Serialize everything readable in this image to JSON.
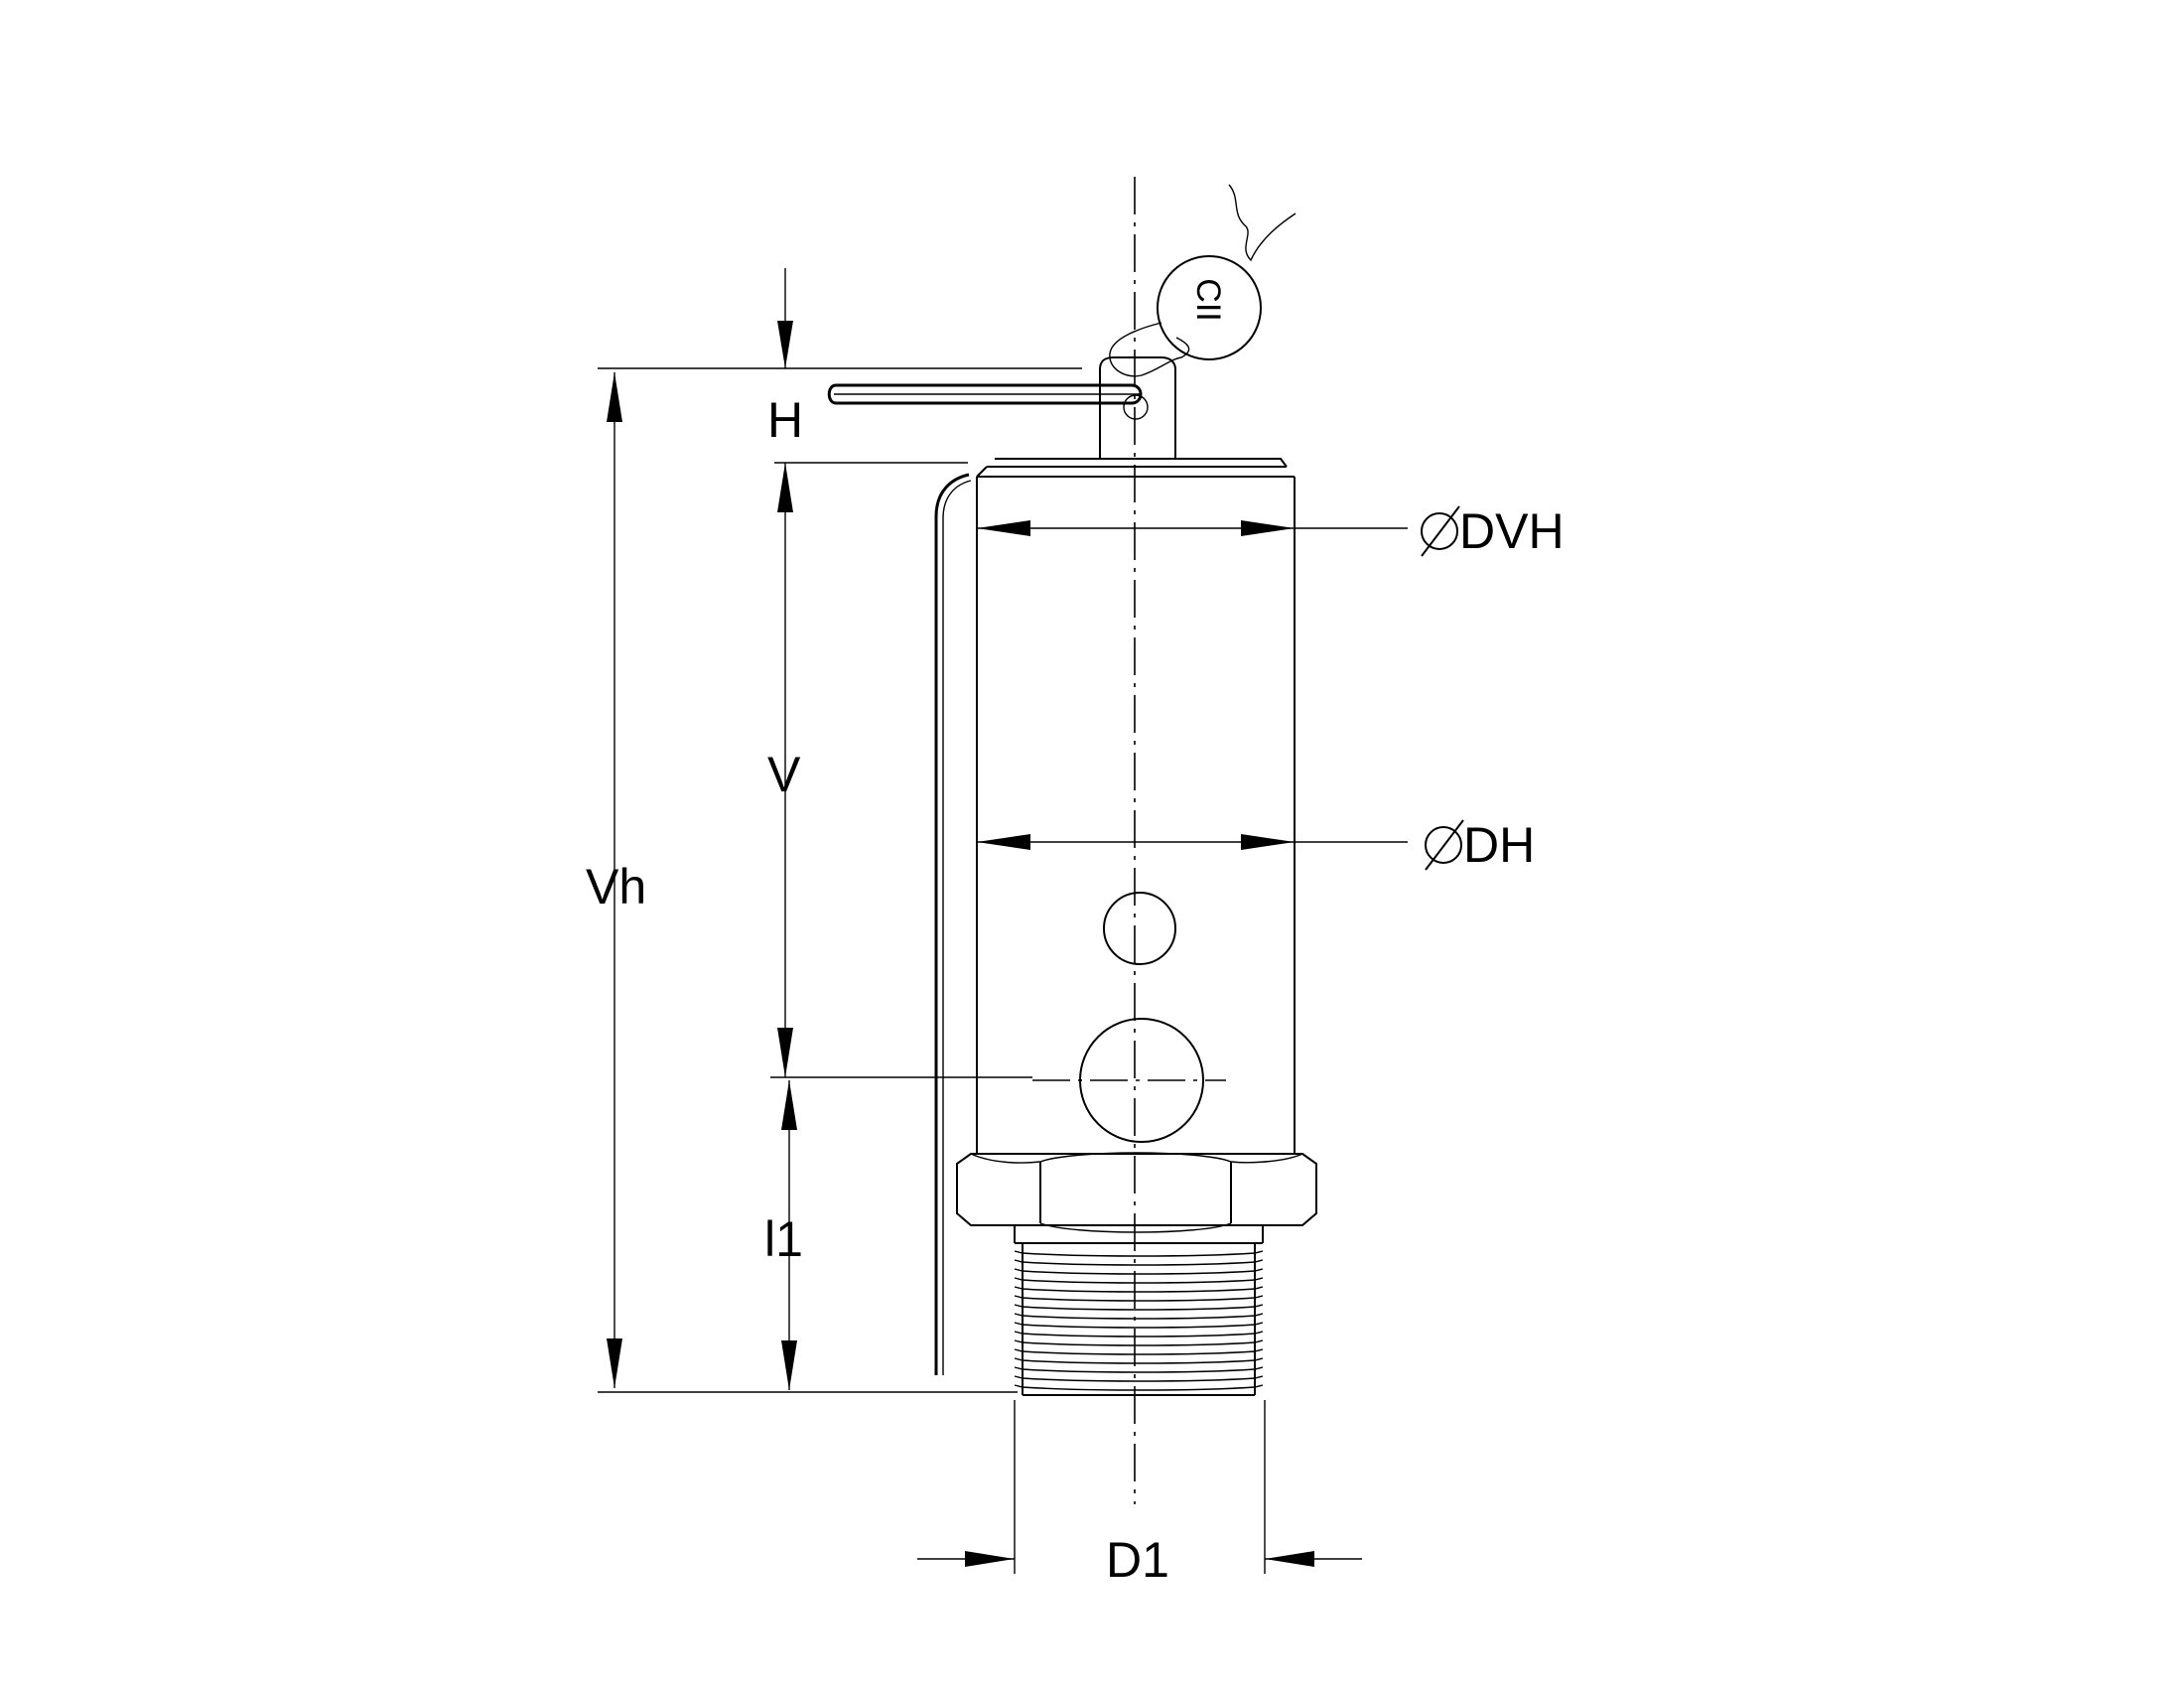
{
  "labels": {
    "H": "H",
    "V": "V",
    "Vh": "Vh",
    "l1": "l1",
    "DVH": "DVH",
    "DH": "DH",
    "D1": "D1",
    "seal": "CII",
    "diameter_symbol": "∅"
  }
}
